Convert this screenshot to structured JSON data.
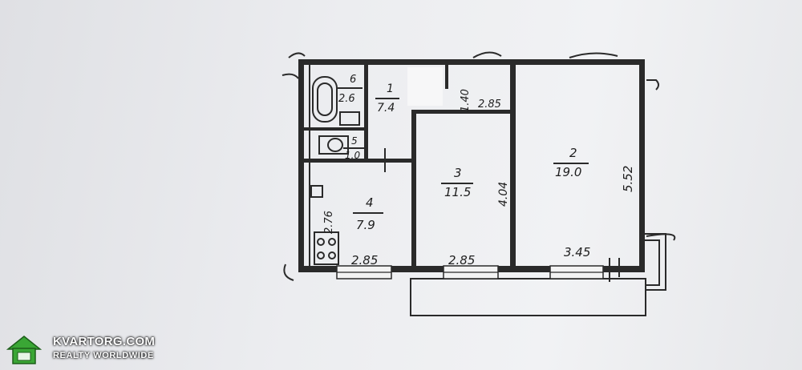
{
  "plan": {
    "rooms": [
      {
        "number": "1",
        "area": "7.4"
      },
      {
        "number": "2",
        "area": "19.0"
      },
      {
        "number": "3",
        "area": "11.5"
      },
      {
        "number": "4",
        "area": "7.9"
      },
      {
        "number": "5",
        "area": "1.0"
      },
      {
        "number": "6",
        "area": "2.6"
      }
    ],
    "dimensions": {
      "kitchen_width": "2.85",
      "room3_width": "2.85",
      "room2_width": "3.45",
      "corridor_width": "2.85",
      "top_gap": "1.40",
      "room3_depth": "4.04",
      "kitchen_depth": "2.76",
      "room2_depth": "5.52"
    }
  },
  "watermark": {
    "title": "KVARTORG.COM",
    "subtitle": "REALTY WORLDWIDE",
    "icon": "house-icon",
    "accent": "#3aa635"
  }
}
